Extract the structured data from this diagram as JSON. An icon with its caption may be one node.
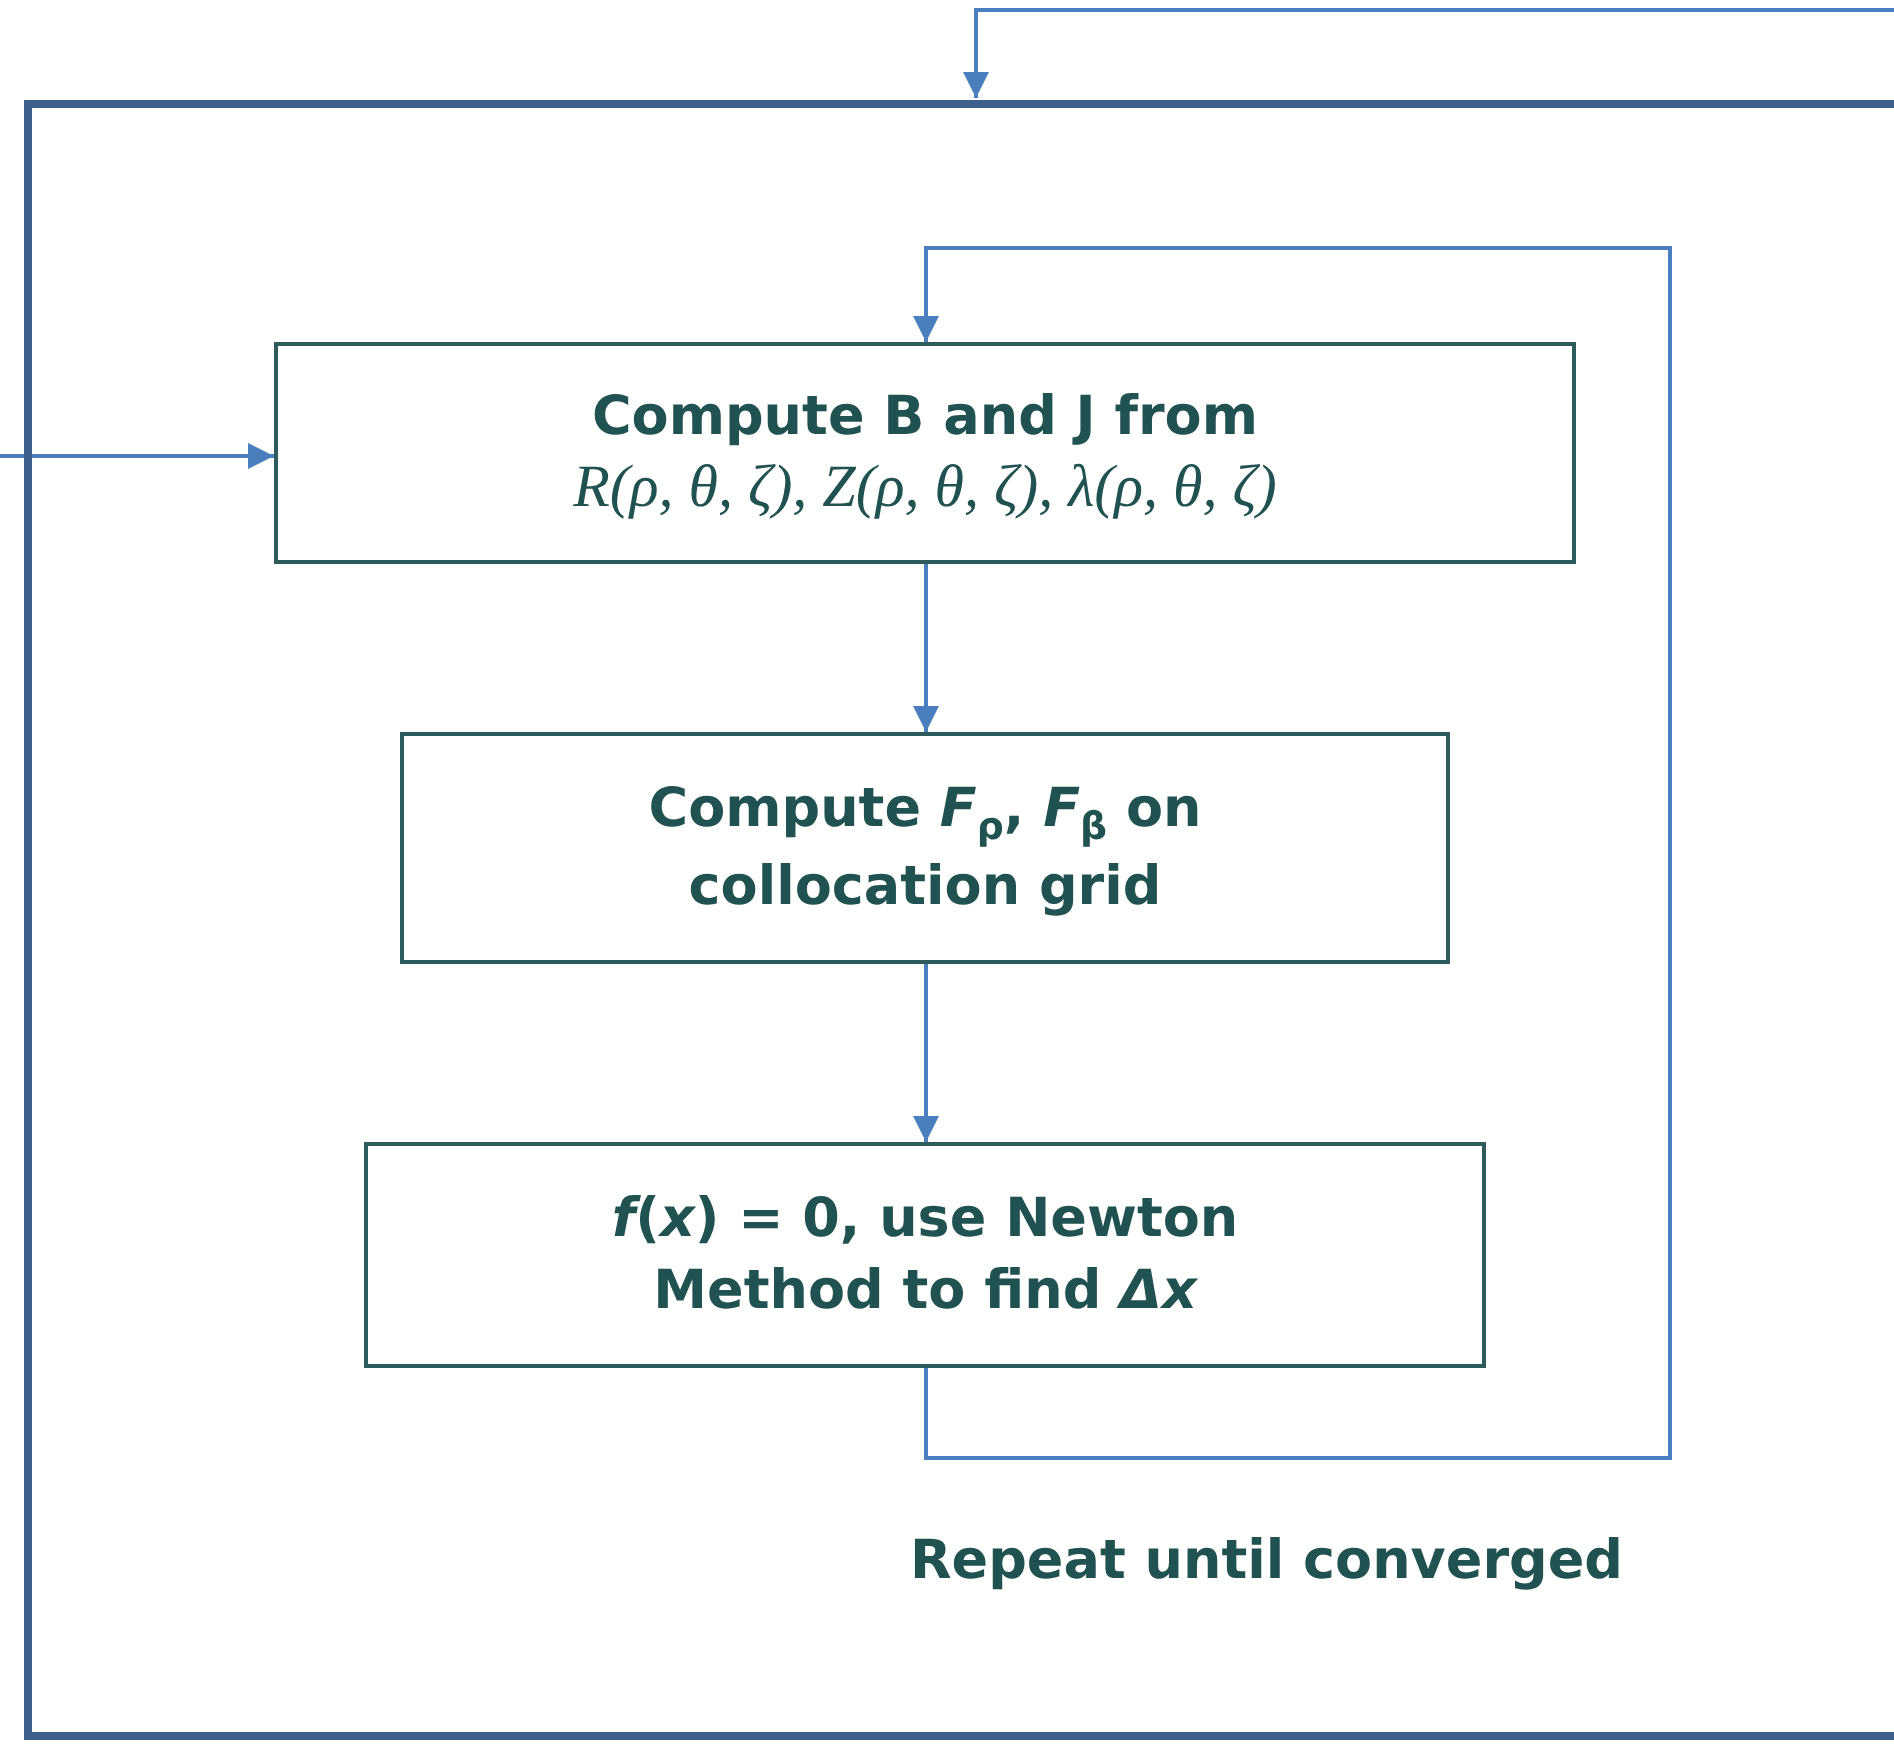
{
  "diagram": {
    "nodes": [
      {
        "text": [],
        "shape": "box"
      },
      {
        "text": [
          "Compute B and J from",
          "R(ρ, θ, ζ), Z(ρ, θ, ζ), λ(ρ, θ, ζ)"
        ],
        "in": 0
      },
      {
        "text": [
          "Compute *F*$_{ρ}$, *F*$_{β}$ on collocation grid"
        ],
        "in": 0
      },
      {
        "text": [
          "*f*(*x*) = 0, use Newton Method to find *Δx*"
        ],
        "in": 0
      }
    ],
    "edges": [
      {
        "from": null,
        "to": 0,
        "arrow": "to"
      },
      {
        "from": null,
        "to": 1,
        "arrow": "to"
      },
      {
        "from": 1,
        "to": 2,
        "arrow": "to"
      },
      {
        "from": 2,
        "to": 3,
        "arrow": "to"
      },
      {
        "from": 3,
        "to": 1,
        "arrow": "to"
      }
    ],
    "labels": [
      "Repeat until converged"
    ]
  }
}
